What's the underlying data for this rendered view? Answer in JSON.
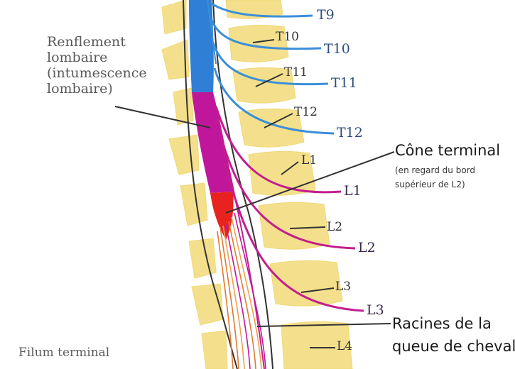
{
  "labels": {
    "renflement": [
      "Renflement",
      "lombaire",
      "(intumescence",
      "lombaire)"
    ],
    "filum": "Filum terminal",
    "cone_title": "Cône terminal",
    "cone_sub": [
      "(en regard du bord",
      "supérieur de L2)"
    ],
    "racines": [
      "Racines de la",
      "queue de cheval"
    ]
  },
  "vertebra_labels": [
    "T10",
    "T11",
    "T12",
    "L1",
    "L2",
    "L3",
    "L4"
  ],
  "nerve_labels": [
    "T9",
    "T10",
    "T11",
    "T12",
    "L1",
    "L2",
    "L3"
  ],
  "colors": {
    "bone": "#f4e08c",
    "thoracic_cord": "#2f7fd6",
    "lumbar_cord": "#c0169c",
    "conus": "#e8231f",
    "thoracic_nerve": "#3b8fd8",
    "lumbar_nerve": "#c21d8e",
    "cauda": "#d96a2a"
  }
}
